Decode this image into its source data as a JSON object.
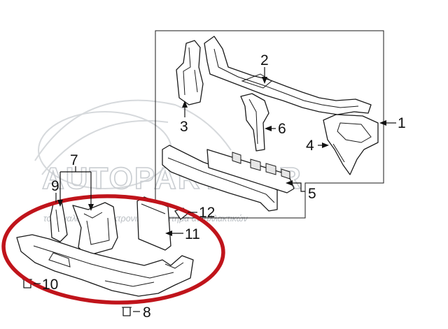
{
  "watermark": {
    "brand": "AUTOPARTS.GR",
    "tagline": "το μεγαλύτερο ηλεκτρονικό κατάστημα ανταλλακτικών"
  },
  "callouts": [
    {
      "id": "c1",
      "label": "1"
    },
    {
      "id": "c2",
      "label": "2"
    },
    {
      "id": "c3",
      "label": "3"
    },
    {
      "id": "c4",
      "label": "4"
    },
    {
      "id": "c5",
      "label": "5"
    },
    {
      "id": "c6",
      "label": "6"
    },
    {
      "id": "c7",
      "label": "7"
    },
    {
      "id": "c8",
      "label": "8"
    },
    {
      "id": "c9",
      "label": "9"
    },
    {
      "id": "c10",
      "label": "10"
    },
    {
      "id": "c11",
      "label": "11"
    },
    {
      "id": "c12",
      "label": "12"
    }
  ],
  "colors": {
    "highlight_ellipse": "#c0141b",
    "line_art": "#1a1a1a",
    "watermark": "#c9cdd1"
  }
}
